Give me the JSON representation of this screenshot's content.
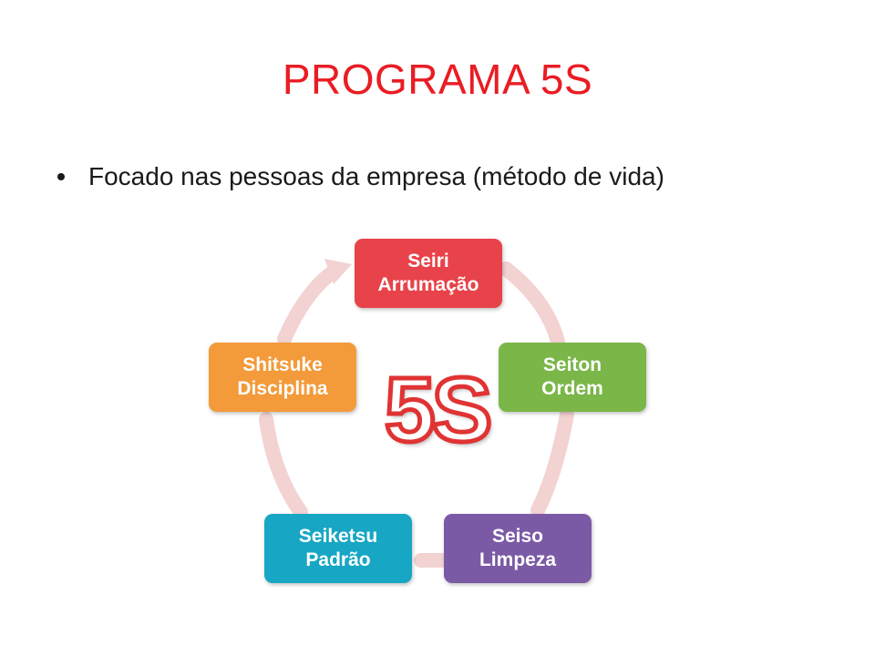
{
  "slide": {
    "title": "PROGRAMA 5S",
    "bullets": [
      "Focado nas pessoas da empresa (método de vida)"
    ]
  },
  "diagram": {
    "center_label": "5S",
    "cycle_color": "#f0c8c8",
    "nodes": [
      {
        "line1": "Seiri",
        "line2": "Arrumação",
        "color": "#e8434a"
      },
      {
        "line1": "Seiton",
        "line2": "Ordem",
        "color": "#7ab648"
      },
      {
        "line1": "Seiso",
        "line2": "Limpeza",
        "color": "#7b5aa5"
      },
      {
        "line1": "Seiketsu",
        "line2": "Padrão",
        "color": "#17a6c4"
      },
      {
        "line1": "Shitsuke",
        "line2": "Disciplina",
        "color": "#f39a3a"
      }
    ]
  }
}
